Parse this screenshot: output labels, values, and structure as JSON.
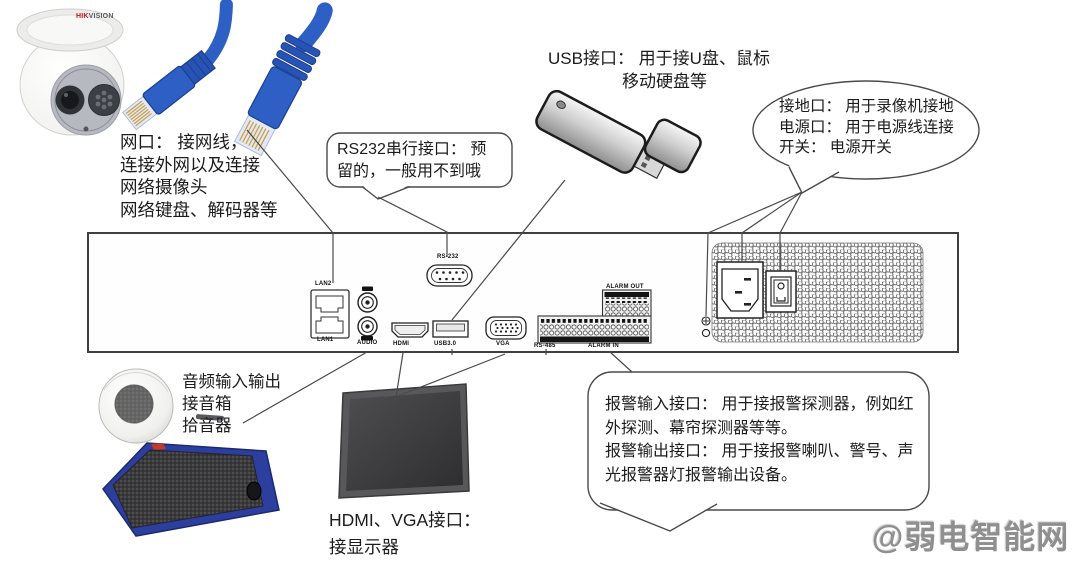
{
  "colors": {
    "leader_line": "#4a4a4a",
    "panel_stroke": "#3f3f3f",
    "cable_blue": "#2e5fc4",
    "speaker_blue": "#2c3e9e",
    "brand_red": "#c8161d",
    "watermark_gray": "#8f8f8f"
  },
  "annotations": {
    "net_port": {
      "lines": [
        "网口： 接网线，",
        "连接外网以及连接",
        "网络摄像头",
        "网络键盘、解码器等"
      ]
    },
    "rs232": {
      "lines": [
        "RS232串行接口： 预",
        "留的，一般用不到哦"
      ]
    },
    "usb": {
      "lines": [
        "USB接口： 用于接U盘、鼠标",
        "移动硬盘等"
      ]
    },
    "power": {
      "lines": [
        "接地口： 用于录像机接地",
        "电源口： 用于电源线连接",
        "开关： 电源开关"
      ]
    },
    "alarm": {
      "lines": [
        "报警输入接口： 用于接报警探测器，例如红",
        "外探测、幕帘探测器等等。",
        "报警输出接口： 用于接报警喇叭、警号、声",
        "光报警器灯报警输出设备。"
      ]
    },
    "audio": {
      "lines": [
        "音频输入输出",
        "接音箱",
        "拾音器"
      ]
    },
    "display": {
      "lines": [
        "HDMI、VGA接口：",
        "接显示器"
      ]
    }
  },
  "panel": {
    "labels": {
      "lan2": "LAN2",
      "lan1": "LAN1",
      "audio": "AUDIO",
      "hdmi": "HDMI",
      "rs232": "RS-232",
      "usb3": "USB3.0",
      "vga": "VGA",
      "rs485": "RS-485",
      "alarm_in": "ALARM IN",
      "alarm_out": "ALARM OUT"
    }
  },
  "devices": {
    "camera_brand_red": "HIK",
    "camera_brand_gray": "VISION"
  },
  "watermark": "@弱电智能网"
}
